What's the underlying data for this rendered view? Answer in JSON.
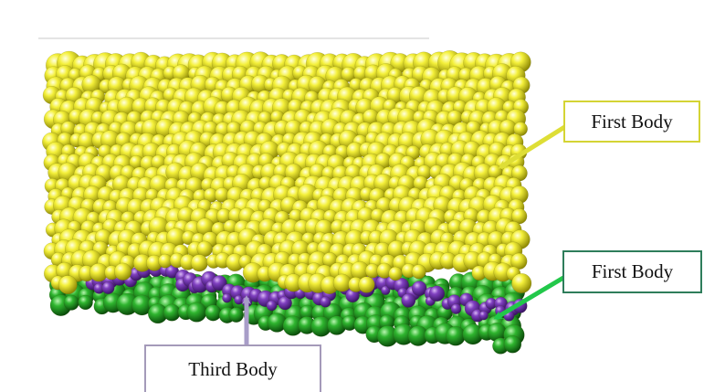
{
  "labels": {
    "first_body_top": "First Body",
    "first_body_bottom": "First Body",
    "third_body": "Third Body"
  },
  "colors": {
    "first_body_particles": "#e6e61e",
    "first_body_bottom_particles": "#1f9e1f",
    "third_body_particles": "#7a35b8",
    "arrow_top": "#dede36",
    "arrow_bottom": "#22c84a",
    "arrow_third": "#a89dc8"
  }
}
